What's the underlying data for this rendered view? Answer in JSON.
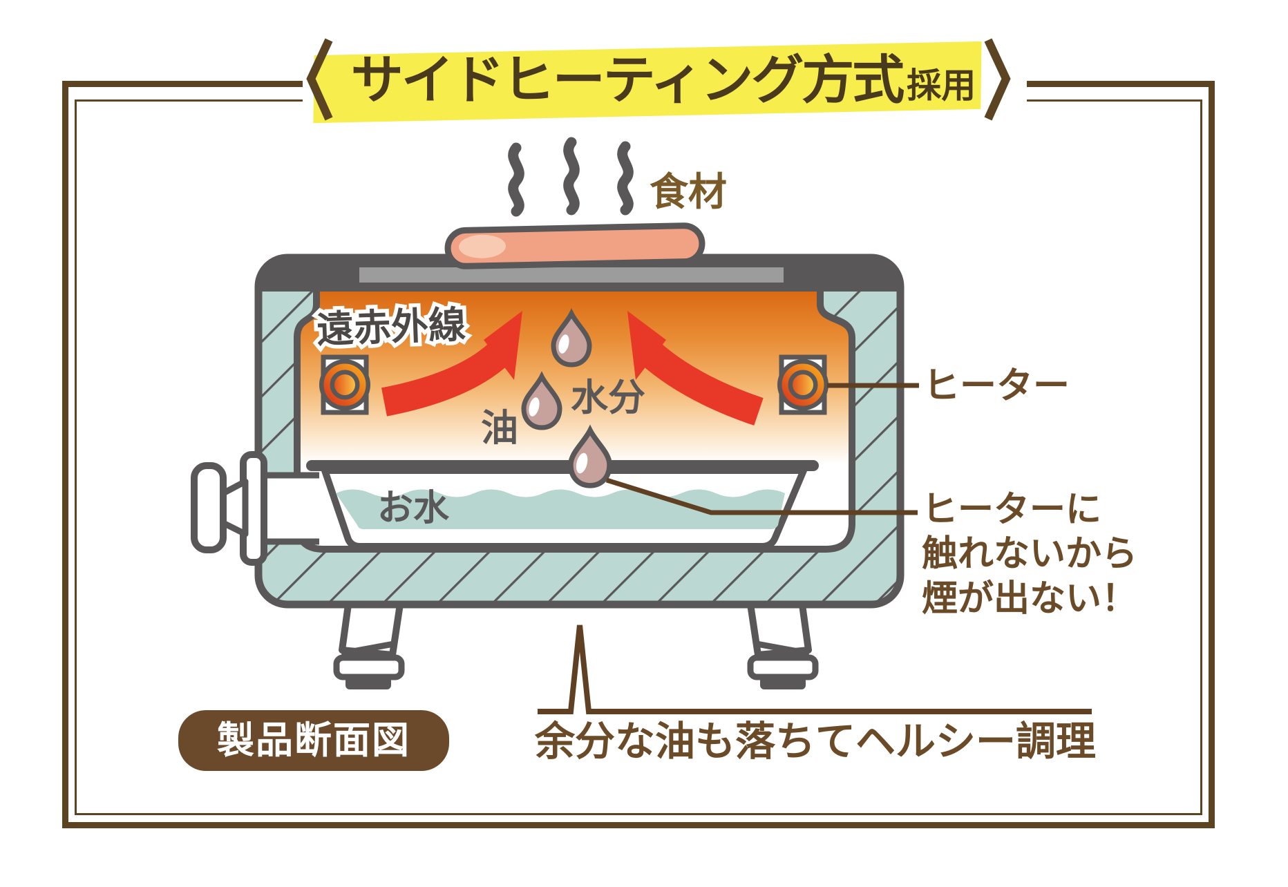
{
  "title": {
    "main": "サイドヒーティング方式",
    "suffix": "採用"
  },
  "diagram": {
    "food_label": "食材",
    "far_infrared_label": "遠赤外線",
    "heater_label": "ヒーター",
    "oil_label": "油",
    "moisture_label": "水分",
    "water_label": "お水",
    "no_smoke_note": "ヒーターに\n触れないから\n煙が出ない！",
    "healthy_note": "余分な油も落ちてヘルシー調理",
    "cross_section_badge": "製品断面図"
  },
  "colors": {
    "frame_brown": "#5c4422",
    "text_brown": "#6b4a28",
    "title_brown": "#4a3a1d",
    "highlight_yellow": "#f7ed4d",
    "badge_brown": "#6b4a2b",
    "steel_gray": "#595757",
    "plate_gray": "#9c9c9d",
    "wall_teal": "#bcd8d2",
    "water_teal": "#b7d6d0",
    "heat_orange_top": "#d96812",
    "arrow_red": "#e73828",
    "droplet_pink": "#c7a29d",
    "food_salmon": "#f1a184"
  }
}
